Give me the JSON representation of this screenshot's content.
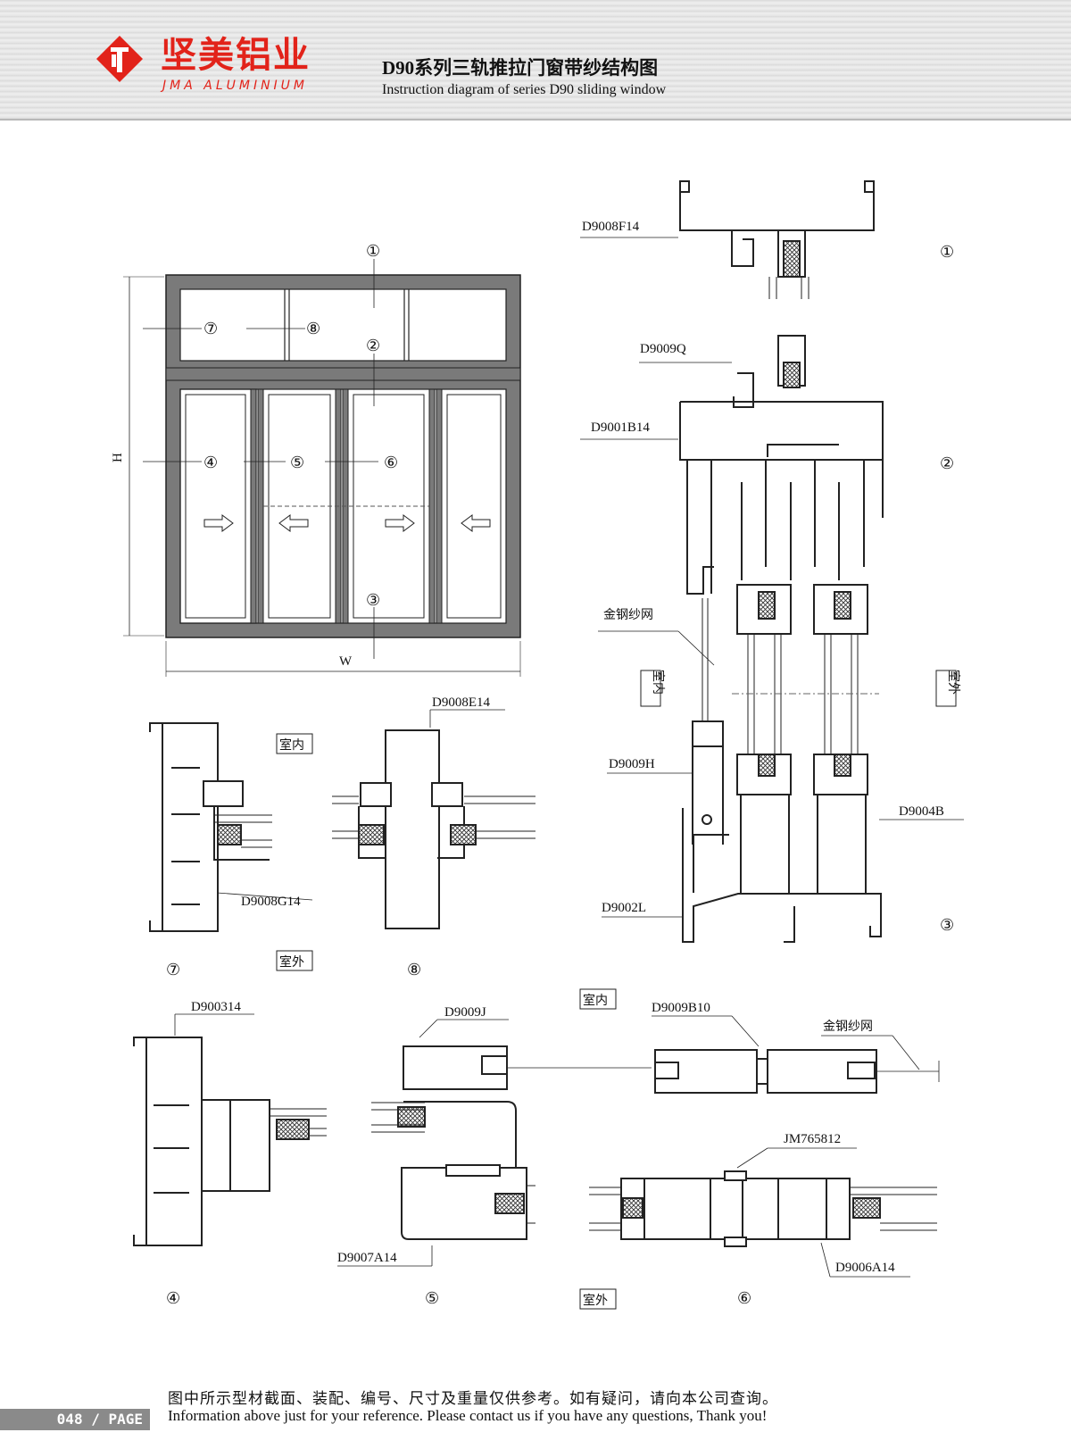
{
  "header": {
    "brand_cn": "坚美铝业",
    "brand_en": "JMA ALUMINIUM",
    "title_cn": "D90系列三轨推拉门窗带纱结构图",
    "title_en": "Instruction diagram of series D90 sliding window",
    "brand_color": "#e2231a"
  },
  "elevation": {
    "height_label": "H",
    "width_label": "W",
    "markers": [
      "①",
      "②",
      "③",
      "④",
      "⑤",
      "⑥",
      "⑦",
      "⑧"
    ]
  },
  "section_labels": {
    "indoor": "室内",
    "outdoor": "室外",
    "screen": "金钢纱网"
  },
  "profile_codes": {
    "d9008f14": "D9008F14",
    "d9009q": "D9009Q",
    "d9001b14": "D9001B14",
    "d9009h": "D9009H",
    "d9004b": "D9004B",
    "d9002l": "D9002L",
    "d9008e14": "D9008E14",
    "d9008g14": "D9008G14",
    "d900314": "D900314",
    "d9009j": "D9009J",
    "d9009b10": "D9009B10",
    "d9007a14": "D9007A14",
    "jm765812": "JM765812",
    "d9006a14": "D9006A14"
  },
  "footer": {
    "note_cn": "图中所示型材截面、装配、编号、尺寸及重量仅供参考。如有疑问，请向本公司查询。",
    "note_en": "Information above just for your reference. Please contact us if you have any questions, Thank you!",
    "page": "048 / PAGE"
  }
}
